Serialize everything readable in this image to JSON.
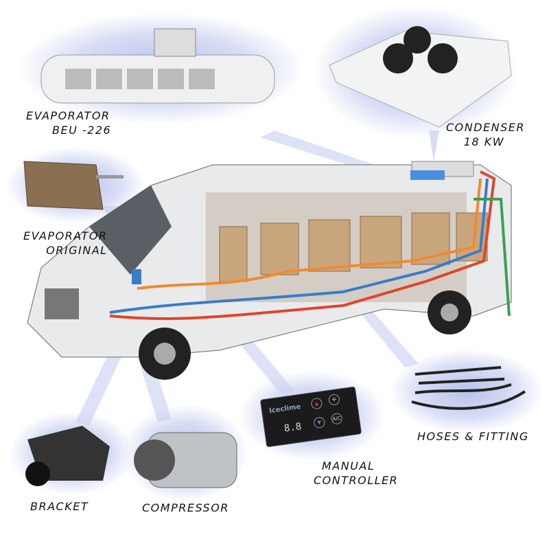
{
  "labels": {
    "evaporator_beu": [
      "EVAPORATOR",
      "BEU -226"
    ],
    "condenser": [
      "CONDENSER",
      "18 KW"
    ],
    "evaporator_original": [
      "EVAPORATOR",
      "ORIGINAL"
    ],
    "hoses": "HOSES & FITTING",
    "manual_controller": [
      "MANUAL",
      "CONTROLLER"
    ],
    "bracket": "BRACKET",
    "compressor": "COMPRESSOR"
  },
  "controller": {
    "logo": "Iceclime",
    "display": "8.8",
    "ac_button": "A/C",
    "up": "▲",
    "down": "▼",
    "fan": "✣"
  },
  "colors": {
    "hot_line": "#e0452a",
    "cold_line": "#3a7cc8",
    "orange_line": "#f08a30",
    "green_line": "#3aa050",
    "glow": "#b8c2ea"
  }
}
